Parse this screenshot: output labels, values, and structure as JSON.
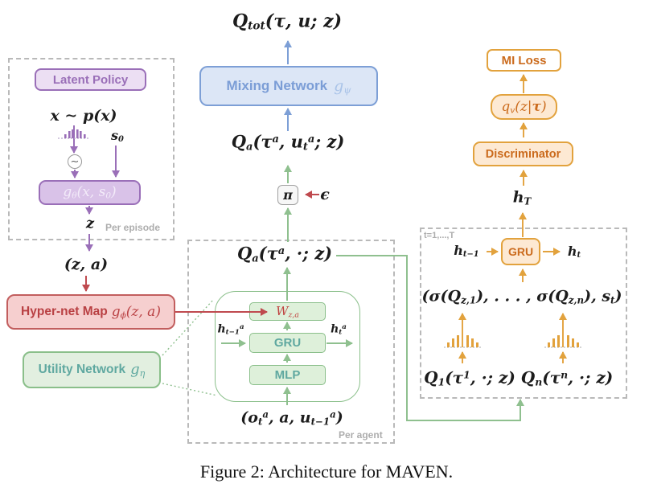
{
  "caption": "Figure 2: Architecture for MAVEN.",
  "colors": {
    "purple": "#9a6fb8",
    "blue": "#7d9fd6",
    "green": "#8abf8a",
    "teal": "#5fa8a0",
    "red": "#bf4a4f",
    "orange": "#e2a23d",
    "orangetext": "#cb6b1d"
  },
  "top": {
    "q_tot": "Q_{tot}(*τ*, *u*; z)",
    "mixing_label": "Mixing Network",
    "mixing_g": "g_{ψ}",
    "q_a_u": "Q_{a}(τ^{a}, u_{t}^{a}; z)",
    "pi": "π",
    "epsilon": "ϵ"
  },
  "latent": {
    "title": "Latent Policy",
    "x_dist": "x ∼ p(x)",
    "s0": "s_{0}",
    "sampler": "∼",
    "g_theta": "g_{θ}(x, s_{0})",
    "z": "z",
    "za": "(z, a)",
    "per_episode": "Per episode"
  },
  "hyper": {
    "label": "Hyper-net Map",
    "g_phi": "g_{ϕ}(z, a)"
  },
  "utility": {
    "label": "Utility Network",
    "g_eta": "g_{η}"
  },
  "agent": {
    "q_a": "Q_{a}(τ^{a}, ·; z)",
    "w": "W_{z,a}",
    "gru": "GRU",
    "mlp": "MLP",
    "h_prev": "h_{t−1}^{a}",
    "h_next": "h_{t}^{a}",
    "input": "(o_{t}^{a}, a, u_{t−1}^{a})",
    "per_agent": "Per agent"
  },
  "mi": {
    "mi_loss": "MI Loss",
    "q_v": "q_{v}(z|*τ*)",
    "discriminator": "Discriminator",
    "h_T": "h_{T}"
  },
  "traj": {
    "t_range": "t=1,...,T",
    "gru": "GRU",
    "h_prev": "h_{t−1}",
    "h_next": "h_{t}",
    "sigma": "(σ(Q_{z,1}), . . . , σ(Q_{z,n}), s_{t})",
    "q_1": "Q_{1}(τ^{1}, ·; z)",
    "q_n": "Q_{n}(τ^{n}, ·; z)"
  }
}
